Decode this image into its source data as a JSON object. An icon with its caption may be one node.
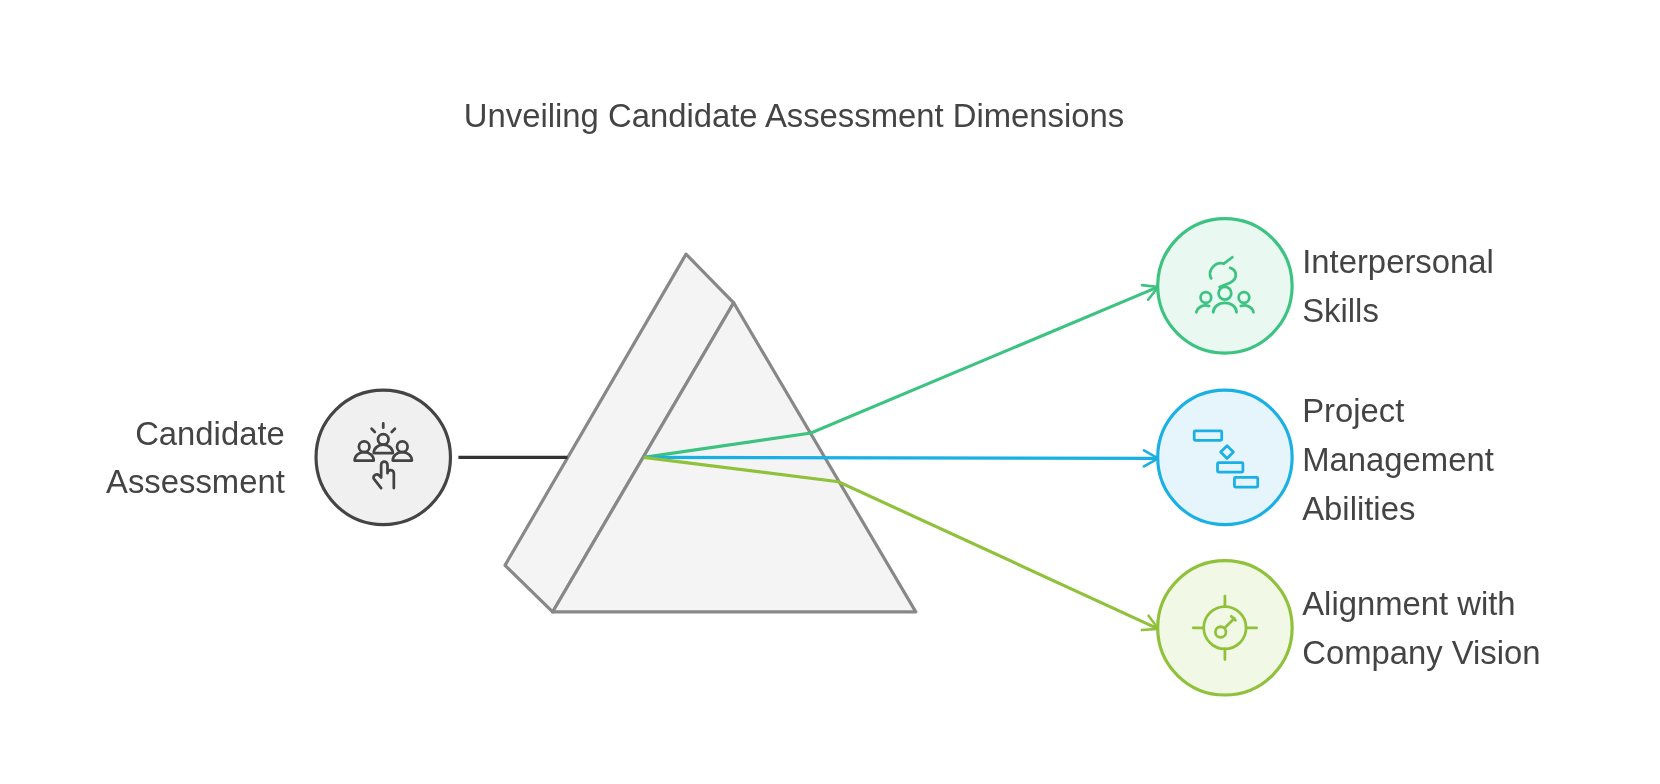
{
  "diagram": {
    "title": "Unveiling Candidate Assessment Dimensions",
    "nodes": [
      {
        "text": [
          "Candidate Assessment"
        ]
      },
      {
        "text": [],
        "shape": "prism"
      },
      {
        "text": [
          "Interpersonal Skills"
        ]
      },
      {
        "text": [
          "Project Management Abilities"
        ]
      },
      {
        "text": [
          "Alignment with Company Vision"
        ]
      }
    ],
    "edges": [
      {
        "from": 0,
        "to": 1,
        "arrow": "none"
      },
      {
        "from": 1,
        "to": 2,
        "arrow": "to",
        "color": "#3cc381"
      },
      {
        "from": 1,
        "to": 3,
        "arrow": "to",
        "color": "#1ab0e3"
      },
      {
        "from": 1,
        "to": 4,
        "arrow": "to",
        "color": "#8fc13a"
      }
    ]
  }
}
